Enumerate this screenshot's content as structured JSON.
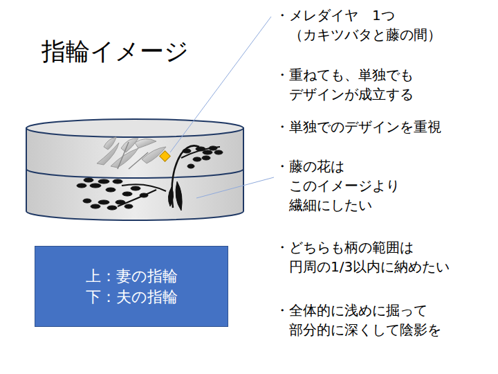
{
  "diagram": {
    "title": "指輪イメージ",
    "nodes": [
      {
        "text": [
          "上：妻の指輪",
          "下：夫の指輪"
        ]
      }
    ],
    "labels": [
      "・メレダイヤ　1つ （カキツバタと藤の間）",
      "・重ねても、単独でも デザインが成立する",
      "・単独でのデザインを重視",
      "・藤の花は このイメージより 繊細にしたい",
      "・どちらも柄の範囲は 円周の1/3以内に納めたい",
      "・全体的に浅めに掘って 部分的に深くして陰影を"
    ]
  }
}
